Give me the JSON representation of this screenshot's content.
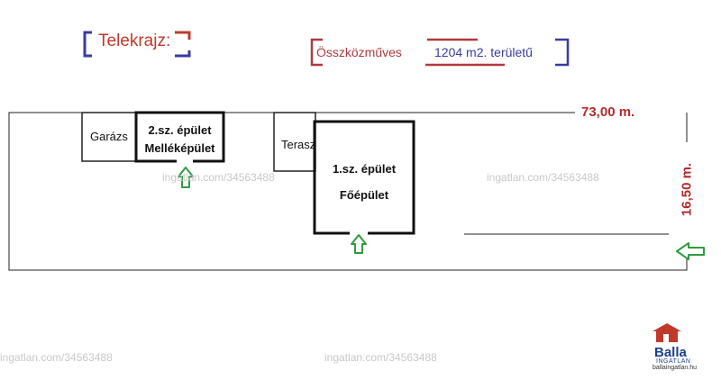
{
  "header": {
    "title": "Telekrajz:",
    "utilities": "Összközműves",
    "area": "1204 m2. területű"
  },
  "dimensions": {
    "length": "73,00 m.",
    "width": "16,50 m."
  },
  "buildings": {
    "garage": "Garázs",
    "secondary_line1": "2.sz. épület",
    "secondary_line2": "Melléképület",
    "terrace": "Terasz",
    "main_line1": "1.sz. épület",
    "main_line2": "Főépület"
  },
  "watermark": "ingatlan.com/34563488",
  "logo": {
    "name": "Balla",
    "sub": "INGATLAN",
    "url": "ballaingatlan.hu"
  },
  "colors": {
    "red": "#b52a2a",
    "blue": "#3a3aa0",
    "arrow": "#2f9a3f"
  }
}
